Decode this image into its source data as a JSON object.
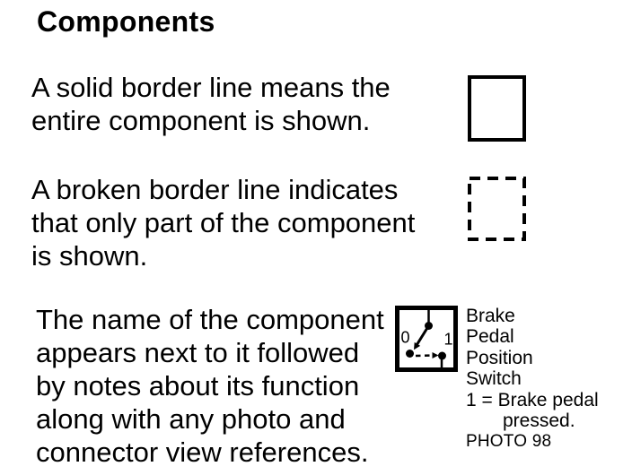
{
  "page": {
    "title": "Components",
    "background_color": "#ffffff",
    "ink_color": "#000000"
  },
  "paragraphs": [
    {
      "name": "solid-border",
      "lines": [
        "A solid border line means the",
        "entire component is shown."
      ]
    },
    {
      "name": "broken-border",
      "lines": [
        "A broken border line indicates",
        "that only part of the component",
        "is shown."
      ]
    },
    {
      "name": "component-name",
      "lines": [
        "The name of the component",
        "appears next to it followed",
        "by notes about its function",
        "along with any photo and",
        "connector view references."
      ]
    }
  ],
  "example": {
    "switch": {
      "label_0": "0",
      "label_1": "1"
    },
    "name_lines": [
      "Brake",
      "Pedal",
      "Position",
      "Switch"
    ],
    "note_line1": "1 = Brake pedal",
    "note_line2": "pressed.",
    "photo_ref": "PHOTO 98"
  }
}
